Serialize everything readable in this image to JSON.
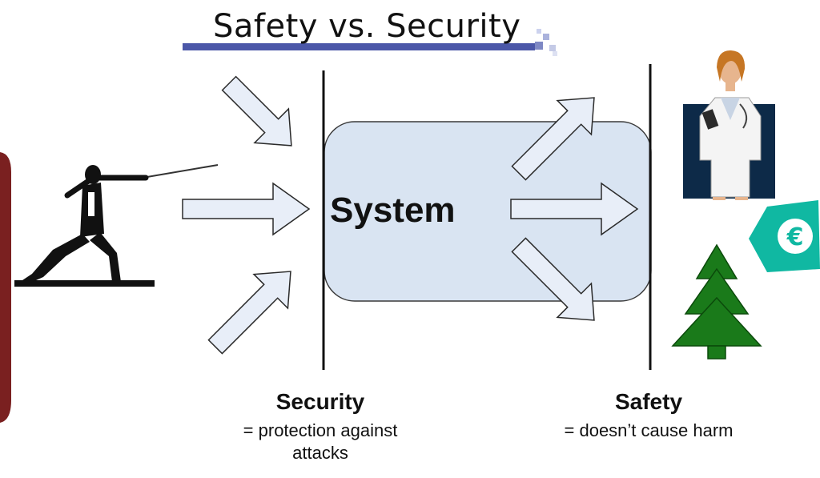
{
  "title": "Safety vs. Security",
  "system": "System",
  "security": {
    "heading": "Security",
    "description_line1": "= protection against",
    "description_line2": "attacks"
  },
  "safety": {
    "heading": "Safety",
    "description": "= doesn’t cause harm"
  },
  "icons": {
    "attacker": "fencer-icon",
    "person": "doctor-icon",
    "money": "euro-icon",
    "environment": "tree-icon"
  },
  "colors": {
    "arrow_fill": "#e8eef8",
    "arrow_stroke": "#2a2a2a",
    "system_fill": "#d9e4f2",
    "title_bar": "#4b57a8",
    "euro": "#10b8a2",
    "tree": "#1a7a1a",
    "doctor_bg": "#0d2a48",
    "left_frame": "#7a2020"
  }
}
